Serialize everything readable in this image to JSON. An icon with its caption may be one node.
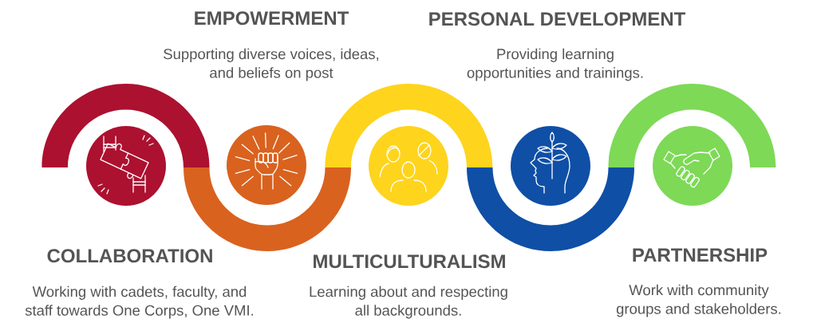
{
  "diagram": {
    "nodes": [
      {
        "text": [
          "COLLABORATION",
          "Working with cadets, faculty, and staff towards One Corps, One VMI."
        ]
      },
      {
        "text": [
          "EMPOWERMENT",
          "Supporting diverse voices, ideas, and beliefs on post"
        ]
      },
      {
        "text": [
          "MULTICULTURALISM",
          "Learning about and respecting all backgrounds."
        ]
      },
      {
        "text": [
          "PERSONAL DEVELOPMENT",
          "Providing learning opportunities and trainings."
        ]
      },
      {
        "text": [
          "PARTNERSHIP",
          "Work with community groups and stakeholders."
        ]
      }
    ]
  }
}
